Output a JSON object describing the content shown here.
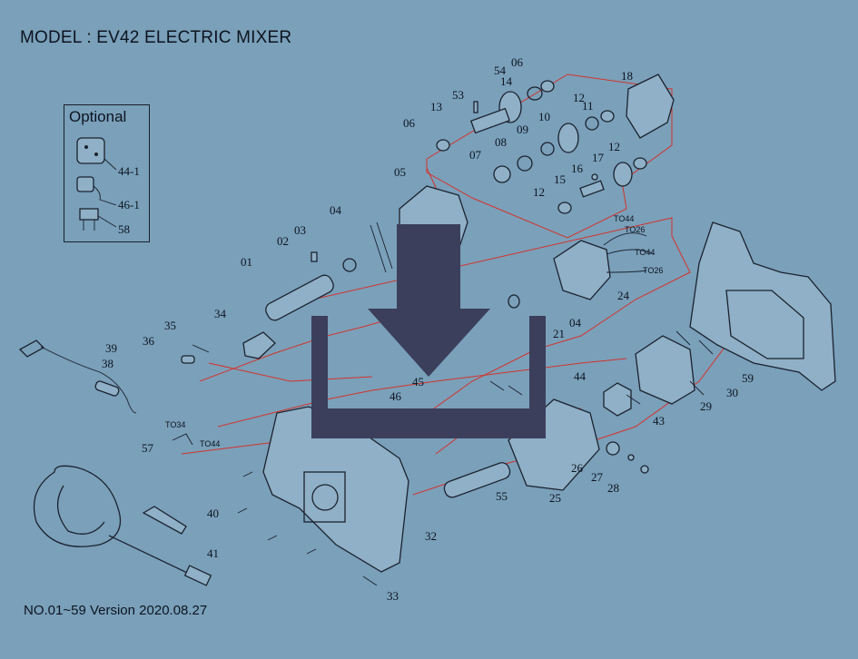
{
  "title": "MODEL : EV42  ELECTRIC MIXER",
  "footer": "NO.01~59  Version 2020.08.27",
  "optional_label": "Optional",
  "overlay_icon": "download-icon",
  "colors": {
    "background": "#7aa0ba",
    "leader_lines": "#d3342c",
    "icon": "#3b3f5c"
  },
  "part_labels": [
    "06",
    "54",
    "18",
    "14",
    "53",
    "12",
    "13",
    "11",
    "10",
    "06",
    "09",
    "08",
    "12",
    "07",
    "17",
    "16",
    "15",
    "05",
    "12",
    "04",
    "TO44",
    "TO26",
    "03",
    "TO44",
    "02",
    "TO26",
    "01",
    "24",
    "34",
    "04",
    "35",
    "21",
    "36",
    "39",
    "38",
    "45",
    "44",
    "46",
    "43",
    "29",
    "30",
    "59",
    "57",
    "TO34",
    "TO44",
    "26",
    "27",
    "28",
    "40",
    "55",
    "25",
    "32",
    "41",
    "33",
    "44-1",
    "46-1",
    "58"
  ]
}
